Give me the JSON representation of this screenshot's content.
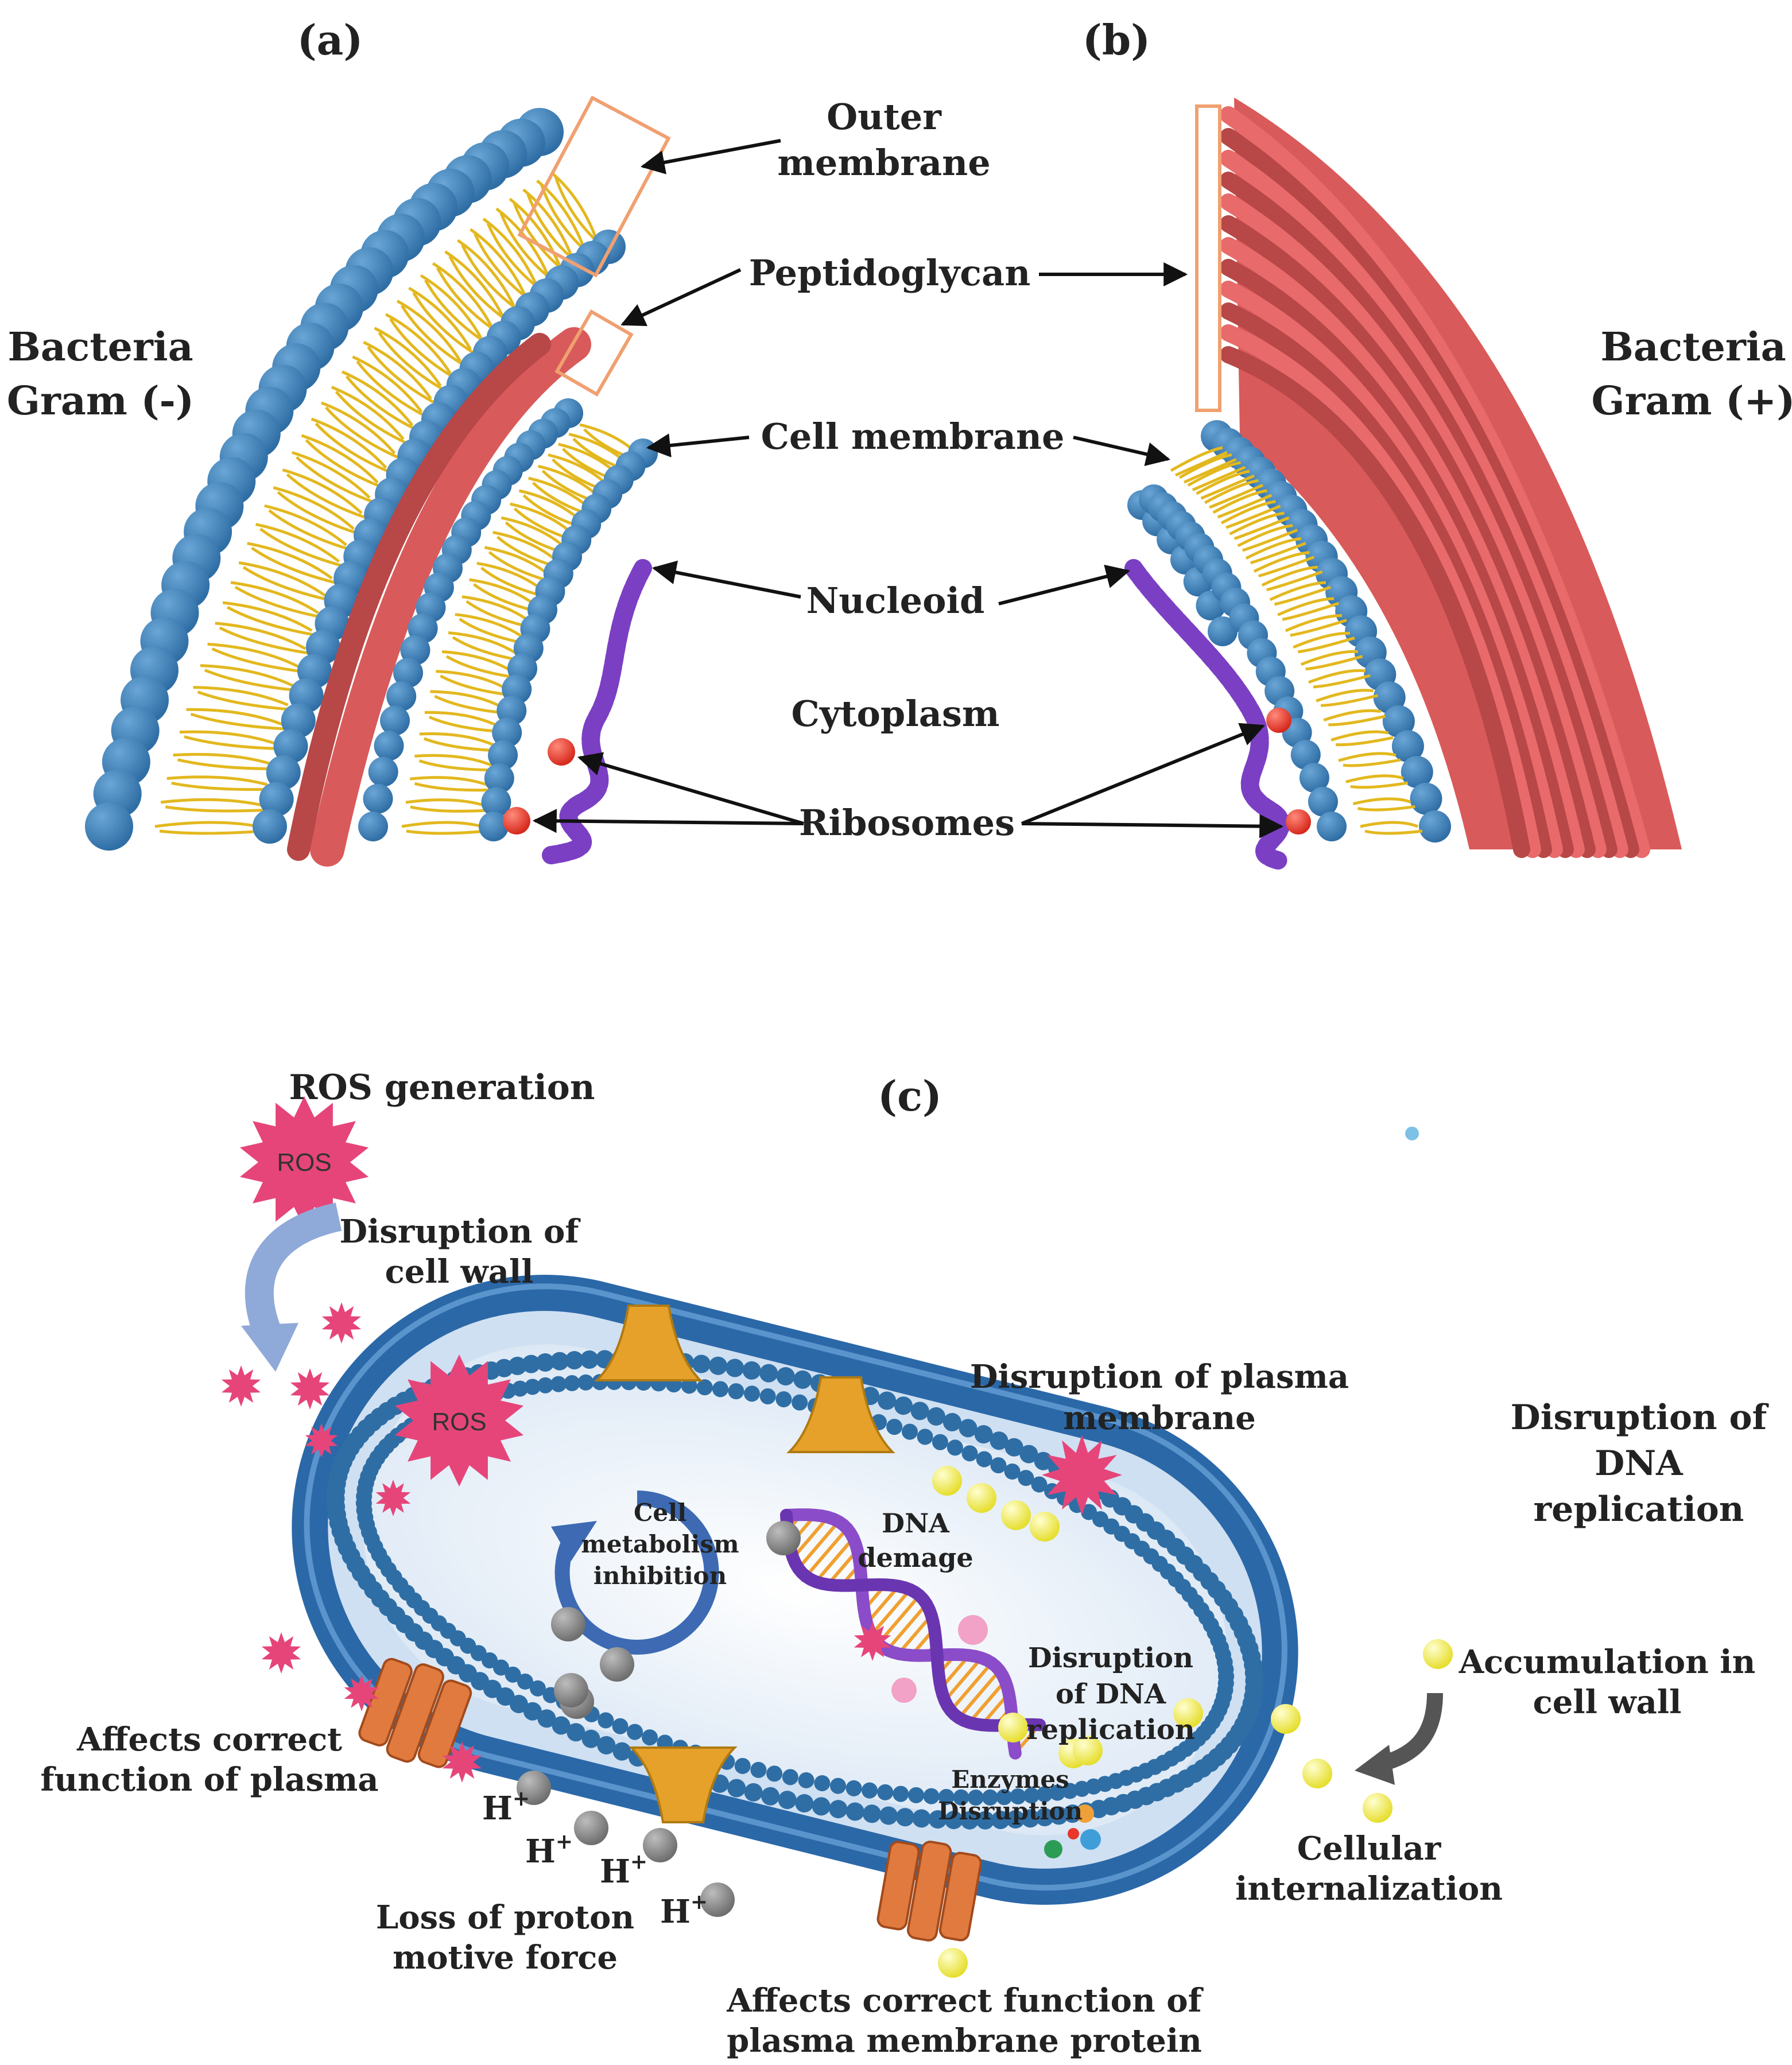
{
  "panel_labels": {
    "a": "(a)",
    "b": "(b)",
    "c": "(c)"
  },
  "top": {
    "gram_neg": [
      "Bacteria",
      "Gram (-)"
    ],
    "gram_pos": [
      "Bacteria",
      "Gram (+)"
    ],
    "outer_membrane": [
      "Outer",
      "membrane"
    ],
    "peptidoglycan": "Peptidoglycan",
    "cell_membrane": "Cell membrane",
    "nucleoid": "Nucleoid",
    "cytoplasm": "Cytoplasm",
    "ribosomes": "Ribosomes"
  },
  "bottom": {
    "ros_generation": "ROS generation",
    "ros_badge": "ROS",
    "disruption_cell_wall": [
      "Disruption of",
      "cell wall"
    ],
    "disruption_plasma_membrane": [
      "Disruption of plasma",
      "membrane"
    ],
    "disruption_dna_replication_right": [
      "Disruption of",
      "DNA",
      "replication"
    ],
    "cell_metabolism_inhibition": [
      "Cell",
      "metabolism",
      "inhibition"
    ],
    "dna_damage": [
      "DNA",
      "demage"
    ],
    "disruption_dna_replication_inner": [
      "Disruption",
      "of DNA",
      "replication"
    ],
    "enzymes_disruption": [
      "Enzymes",
      "Disruption"
    ],
    "accumulation_cell_wall": [
      "Accumulation in",
      "cell wall"
    ],
    "cellular_internalization": [
      "Cellular",
      "internalization"
    ],
    "affects_plasma": [
      "Affects correct",
      "function of plasma"
    ],
    "proton": "H",
    "proton_sup": "+",
    "loss_proton_motive_force": [
      "Loss of proton",
      "motive force"
    ],
    "affects_membrane_protein": [
      "Affects correct function of",
      "plasma membrane protein"
    ]
  },
  "colors": {
    "lipid_head": "#2f6ea5",
    "lipid_tail": "#e3b81f",
    "peptidoglycan": "#d95a5a",
    "peptidoglycan_dark": "#b84747",
    "nucleoid": "#7b3fc4",
    "ribosome": "#e8372a",
    "ros": "#e6457a",
    "channel_orange": "#e07a3e",
    "channel_gold": "#e5a12a",
    "nanoparticle": "#f2ef5a",
    "proton_gray": "#8a8a8a"
  }
}
